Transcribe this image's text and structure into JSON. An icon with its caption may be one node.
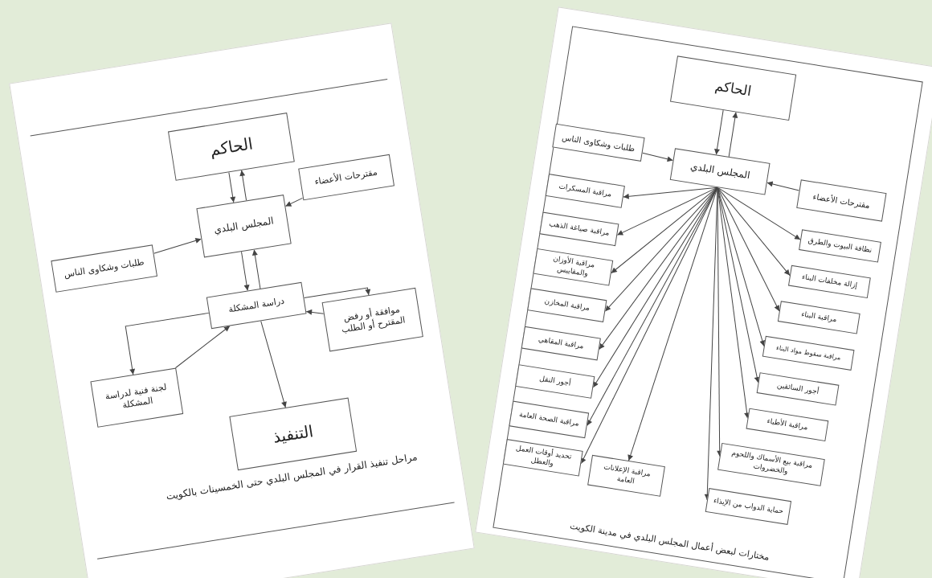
{
  "diagram": {
    "nodes": [
      {
        "text": [
          "الحاكم"
        ]
      },
      {
        "text": [
          "مقترحات الأعضاء"
        ]
      },
      {
        "text": [
          "المجلس البلدي"
        ]
      },
      {
        "text": [
          "طلبات وشكاوى الناس"
        ]
      },
      {
        "text": [
          "دراسة المشكلة"
        ]
      },
      {
        "text": [
          "موافقة أو رفض المقترح أو الطلب"
        ]
      },
      {
        "text": [
          "لجنة فنية لدراسة المشكلة"
        ]
      },
      {
        "text": [
          "التنفيذ"
        ]
      },
      {
        "text": [
          "الحاكم"
        ]
      },
      {
        "text": [
          "طلبات وشكاوى الناس"
        ]
      },
      {
        "text": [
          "المجلس البلدي"
        ]
      },
      {
        "text": [
          "مقترحات الأعضاء"
        ]
      },
      {
        "text": [
          "مراقبة المسكرات"
        ]
      },
      {
        "text": [
          "مراقبة صياغة الذهب"
        ]
      },
      {
        "text": [
          "مراقبة الأوزان والمقاييس"
        ]
      },
      {
        "text": [
          "مراقبة المخازن"
        ]
      },
      {
        "text": [
          "مراقبة المقاهي"
        ]
      },
      {
        "text": [
          "أجور النقل"
        ]
      },
      {
        "text": [
          "مراقبة الصحة العامة"
        ]
      },
      {
        "text": [
          "تحديد أوقات العمل والعطل"
        ]
      },
      {
        "text": [
          "مراقبة الإعلانات العامة"
        ]
      },
      {
        "text": [
          "نظافة البيوت والطرق"
        ]
      },
      {
        "text": [
          "إزالة مخلفات البناء"
        ]
      },
      {
        "text": [
          "مراقبة البناء"
        ]
      },
      {
        "text": [
          "مراقبة سقوط مواد البناء"
        ]
      },
      {
        "text": [
          "أجور السائقين"
        ]
      },
      {
        "text": [
          "مراقبة الأطباء"
        ]
      },
      {
        "text": [
          "مراقبة بيع الأسماك واللحوم والخضروات"
        ]
      },
      {
        "text": [
          "حماية الدواب من الإيذاء"
        ]
      }
    ],
    "edges": [
      {
        "from": 0,
        "to": 2,
        "arrow": "to"
      },
      {
        "from": 2,
        "to": 0,
        "arrow": "to"
      },
      {
        "from": 1,
        "to": 2,
        "arrow": "to"
      },
      {
        "from": 3,
        "to": 2,
        "arrow": "to"
      },
      {
        "from": 2,
        "to": 4,
        "arrow": "to"
      },
      {
        "from": 4,
        "to": 2,
        "arrow": "to"
      },
      {
        "from": 4,
        "to": 5,
        "arrow": "to"
      },
      {
        "from": 4,
        "to": 6,
        "arrow": "to"
      },
      {
        "from": 6,
        "to": 4,
        "arrow": "to"
      },
      {
        "from": 5,
        "to": 4,
        "arrow": "to"
      },
      {
        "from": 4,
        "to": 7,
        "arrow": "to"
      },
      {
        "from": 8,
        "to": 10,
        "arrow": "to"
      },
      {
        "from": 10,
        "to": 8,
        "arrow": "to"
      },
      {
        "from": 9,
        "to": 10,
        "arrow": "to"
      },
      {
        "from": 11,
        "to": 10,
        "arrow": "to"
      },
      {
        "from": 10,
        "to": 12,
        "arrow": "to"
      },
      {
        "from": 10,
        "to": 13,
        "arrow": "to"
      },
      {
        "from": 10,
        "to": 14,
        "arrow": "to"
      },
      {
        "from": 10,
        "to": 15,
        "arrow": "to"
      },
      {
        "from": 10,
        "to": 16,
        "arrow": "to"
      },
      {
        "from": 10,
        "to": 17,
        "arrow": "to"
      },
      {
        "from": 10,
        "to": 18,
        "arrow": "to"
      },
      {
        "from": 10,
        "to": 19,
        "arrow": "to"
      },
      {
        "from": 10,
        "to": 20,
        "arrow": "to"
      },
      {
        "from": 10,
        "to": 21,
        "arrow": "to"
      },
      {
        "from": 10,
        "to": 22,
        "arrow": "to"
      },
      {
        "from": 10,
        "to": 23,
        "arrow": "to"
      },
      {
        "from": 10,
        "to": 24,
        "arrow": "to"
      },
      {
        "from": 10,
        "to": 25,
        "arrow": "to"
      },
      {
        "from": 10,
        "to": 26,
        "arrow": "to"
      },
      {
        "from": 10,
        "to": 27,
        "arrow": "to"
      },
      {
        "from": 10,
        "to": 28,
        "arrow": "to"
      }
    ],
    "labels": [
      "مراحل تنفيذ القرار في المجلس البلدي حتى الخمسينات بالكويت",
      "مختارات لبعض أعمال المجلس البلدي في مدينة الكويت"
    ]
  }
}
